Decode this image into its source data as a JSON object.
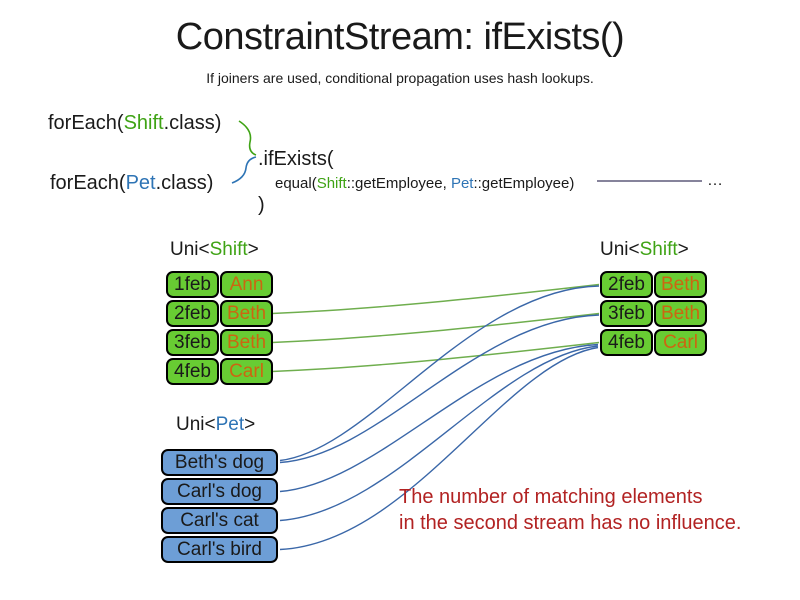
{
  "title": "ConstraintStream: ifExists()",
  "subtitle": "If joiners are used, conditional propagation uses hash lookups.",
  "code": {
    "foreach_shift": {
      "prefix": "forEach(",
      "type": "Shift",
      "suffix": ".class)"
    },
    "foreach_pet": {
      "prefix": "forEach(",
      "type": "Pet",
      "suffix": ".class)"
    },
    "if_exists": ".ifExists(",
    "equal": {
      "prefix": "equal(",
      "type1": "Shift",
      "mid": "::getEmployee, ",
      "type2": "Pet",
      "suffix": "::getEmployee)"
    },
    "ellipsis": "…",
    "close_paren": ")"
  },
  "labels": {
    "uni_shift_left": {
      "prefix": "Uni<",
      "type": "Shift",
      "suffix": ">"
    },
    "uni_shift_right": {
      "prefix": "Uni<",
      "type": "Shift",
      "suffix": ">"
    },
    "uni_pet": {
      "prefix": "Uni<",
      "type": "Pet",
      "suffix": ">"
    }
  },
  "shift_left": {
    "rows": [
      {
        "date": "1feb",
        "name": "Ann"
      },
      {
        "date": "2feb",
        "name": "Beth"
      },
      {
        "date": "3feb",
        "name": "Beth"
      },
      {
        "date": "4feb",
        "name": "Carl"
      }
    ]
  },
  "shift_right": {
    "rows": [
      {
        "date": "2feb",
        "name": "Beth"
      },
      {
        "date": "3feb",
        "name": "Beth"
      },
      {
        "date": "4feb",
        "name": "Carl"
      }
    ]
  },
  "pets": {
    "rows": [
      {
        "name": "Beth's dog"
      },
      {
        "name": "Carl's dog"
      },
      {
        "name": "Carl's cat"
      },
      {
        "name": "Carl's bird"
      }
    ]
  },
  "note": {
    "line1": "The number of matching elements",
    "line2": "in the second stream has no influence."
  },
  "colors": {
    "shift-green": "#3fa315",
    "pet-blue": "#2e74b5",
    "cell-green": "#68cc33",
    "cell-blue": "#6d9ed6",
    "name-orange": "#cc6611",
    "note-red": "#b22222",
    "line-green": "#6fae4e",
    "line-blue": "#3a67a8",
    "ref-line": "#5f5a7a",
    "text-black": "#1a1a1a"
  }
}
